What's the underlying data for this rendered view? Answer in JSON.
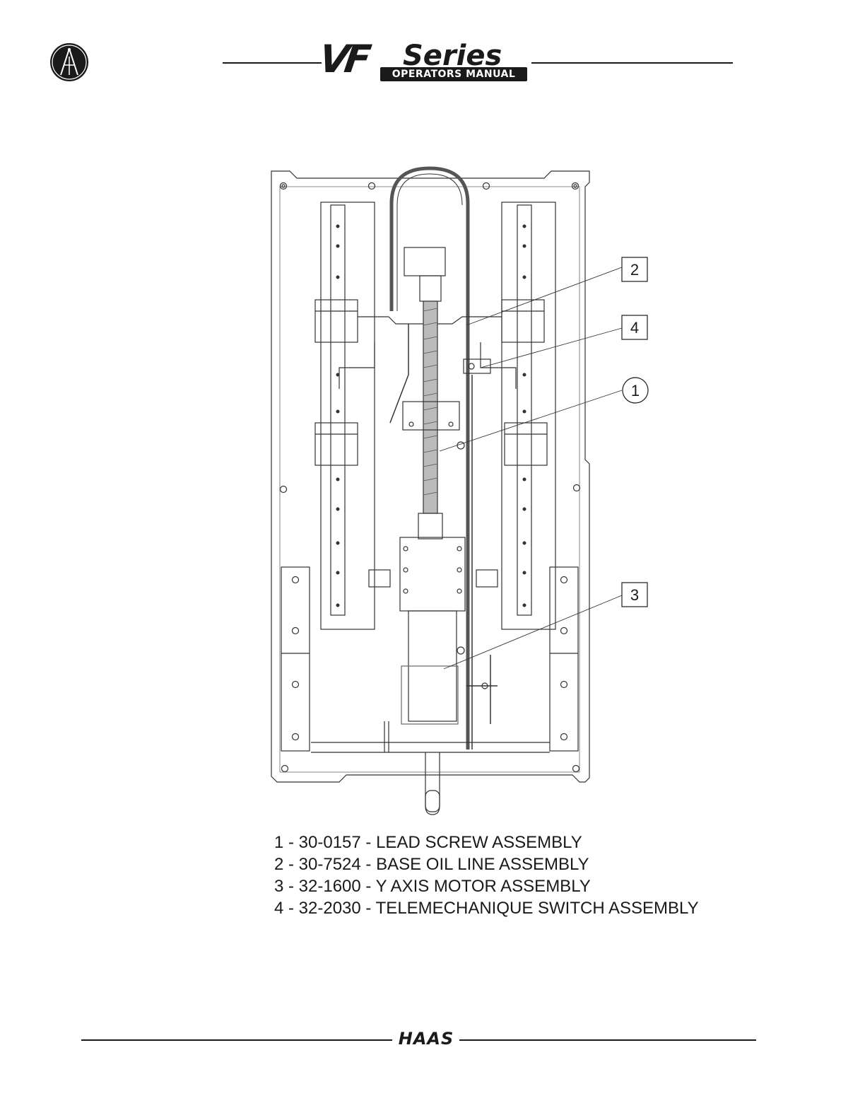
{
  "header": {
    "logo_mark": "VF",
    "logo_word": "Series",
    "logo_subtitle": "OPERATORS MANUAL"
  },
  "figure": {
    "callouts": [
      "1",
      "2",
      "3",
      "4"
    ]
  },
  "legend": [
    "1 - 30-0157 - LEAD SCREW ASSEMBLY",
    "2 - 30-7524 - BASE OIL LINE ASSEMBLY",
    "3 - 32-1600 - Y AXIS MOTOR ASSEMBLY",
    "4 - 32-2030 - TELEMECHANIQUE SWITCH ASSEMBLY"
  ],
  "footer": {
    "brand": "HAAS"
  },
  "icons": [
    "compass-logo-icon",
    "vf-series-logo",
    "haas-logo"
  ]
}
